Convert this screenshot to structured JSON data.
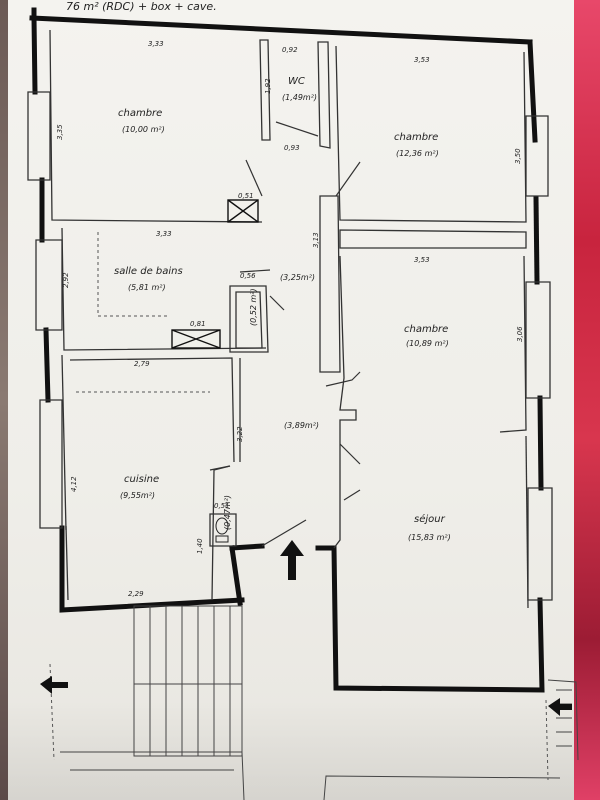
{
  "header": {
    "title": "76 m² (RDC) + box + cave."
  },
  "rooms": {
    "chambre_1": {
      "name": "chambre",
      "area": "(10,00 m²)"
    },
    "wc": {
      "name": "WC",
      "area": "(1,49m²)"
    },
    "chambre_2": {
      "name": "chambre",
      "area": "(12,36 m²)"
    },
    "salle_de_bain": {
      "name": "salle de bains",
      "area": "(5,81 m²)"
    },
    "placard": {
      "area": "(0,52 m²)"
    },
    "degagement": {
      "area": "(3,25m²)"
    },
    "chambre_3": {
      "name": "chambre",
      "area": "(10,89 m²)"
    },
    "couloir": {
      "area": "(3,89m²)"
    },
    "cuisine": {
      "name": "cuisine",
      "area": "(9,55m²)"
    },
    "sejour": {
      "name": "séjour",
      "area": "(15,83 m²)"
    },
    "placard_2": {
      "area": "(0,47m²)"
    }
  },
  "dimensions": {
    "d_3_33_top": "3,33",
    "d_0_92": "0,92",
    "d_3_53_top": "3,53",
    "d_1_92": "1,92",
    "d_0_93": "0,93",
    "d_3_35": "3,35",
    "d_3_50": "3,50",
    "d_0_51": "0,51",
    "d_3_33_mid": "3,33",
    "d_3_13": "3,13",
    "d_3_53_mid": "3,53",
    "d_2_92": "2,92",
    "d_0_56": "0,56",
    "d_0_81": "0,81",
    "d_3_06": "3,06",
    "d_2_79": "2,79",
    "d_3_22": "3,22",
    "d_4_12": "4,12",
    "d_0_51_b": "0,51",
    "d_1_40": "1,40",
    "d_2_29": "2,29"
  }
}
